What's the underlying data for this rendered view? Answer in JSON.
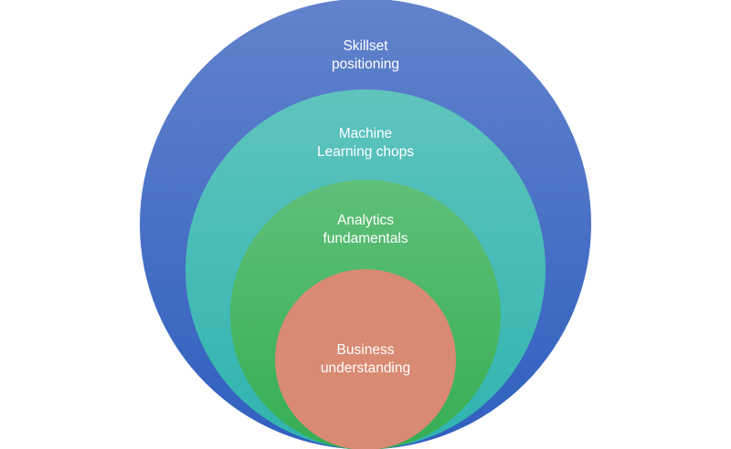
{
  "diagram": {
    "title": "Nested skill circles",
    "layers": [
      {
        "id": "outer",
        "line1": "Skillset",
        "line2": "positioning",
        "color_top": "#6283cc",
        "color_bottom": "#2f5fbf"
      },
      {
        "id": "ml",
        "line1": "Machine",
        "line2": "Learning chops",
        "color_top": "#5fc4bd",
        "color_bottom": "#2fb3b0"
      },
      {
        "id": "analytics",
        "line1": "Analytics",
        "line2": "fundamentals",
        "color_top": "#5fbf79",
        "color_bottom": "#36ae52"
      },
      {
        "id": "business",
        "line1": "Business",
        "line2": "understanding",
        "color_top": "#d98a72",
        "color_bottom": "#d98a72"
      }
    ]
  }
}
